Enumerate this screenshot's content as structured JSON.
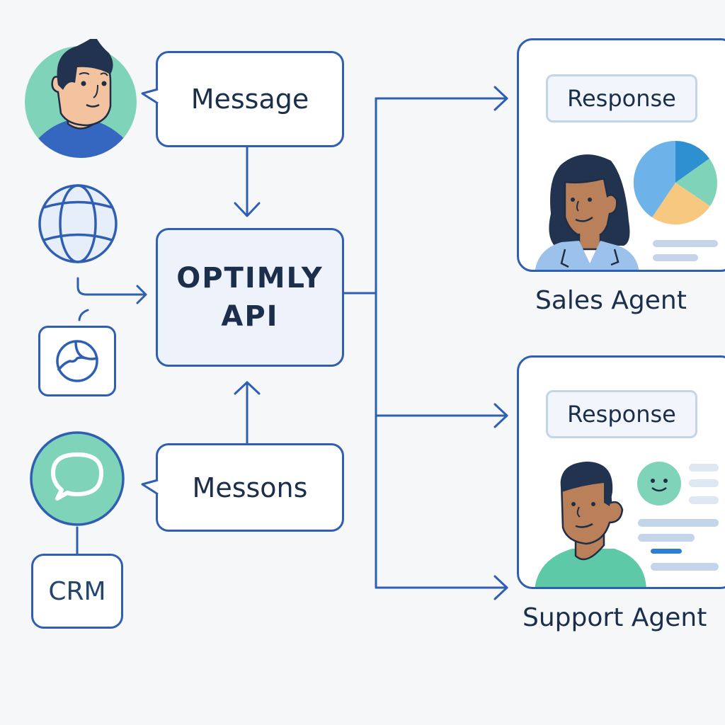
{
  "diagram": {
    "title": "Optimly API routing",
    "colors": {
      "line": "#2f5fb3",
      "text": "#1b2e4b",
      "accent_green": "#7fd3b8",
      "api_fill": "#eef2fa",
      "background": "#f6f7f9"
    },
    "inputs": {
      "user_avatar_icon": "user-avatar-icon",
      "message_bubble": {
        "label": "Message"
      },
      "globe_icon": "globe-icon",
      "web_widget_icon": "web-widget-icon",
      "chat_icon": "chat-bubble-icon",
      "messons_bubble": {
        "label": "Messons"
      },
      "crm_box": {
        "label": "CRM"
      }
    },
    "api": {
      "line1": "OPTIMLY",
      "line2": "API"
    },
    "agents": [
      {
        "name": "Sales Agent",
        "response_label": "Response",
        "illustration": "pie-chart-icon"
      },
      {
        "name": "Support Agent",
        "response_label": "Response",
        "illustration": "smiley-icon"
      }
    ]
  }
}
